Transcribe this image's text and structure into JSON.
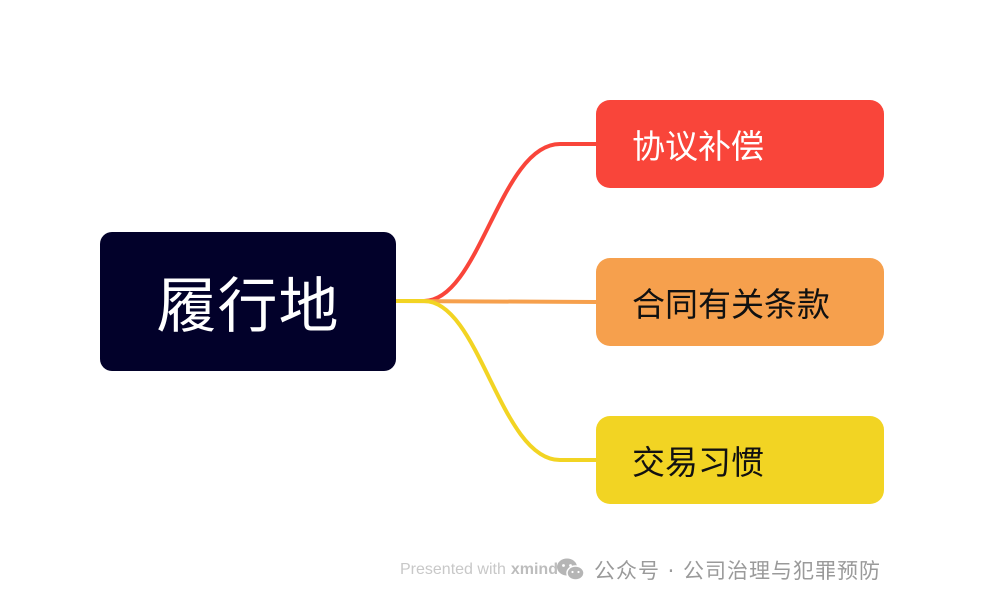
{
  "root": {
    "label": "履行地"
  },
  "branches": [
    {
      "label": "协议补偿",
      "color": "#f9453a",
      "text_color": "#ffffff"
    },
    {
      "label": "合同有关条款",
      "color": "#f6a04d",
      "text_color": "#111111"
    },
    {
      "label": "交易习惯",
      "color": "#f2d423",
      "text_color": "#111111"
    }
  ],
  "colors": {
    "root_bg": "#02012a",
    "root_text": "#ffffff"
  },
  "footer": {
    "presented_text": "Presented with",
    "brand": "xmind",
    "account": "公众号 · 公司治理与犯罪预防",
    "icon": "wechat-icon"
  }
}
